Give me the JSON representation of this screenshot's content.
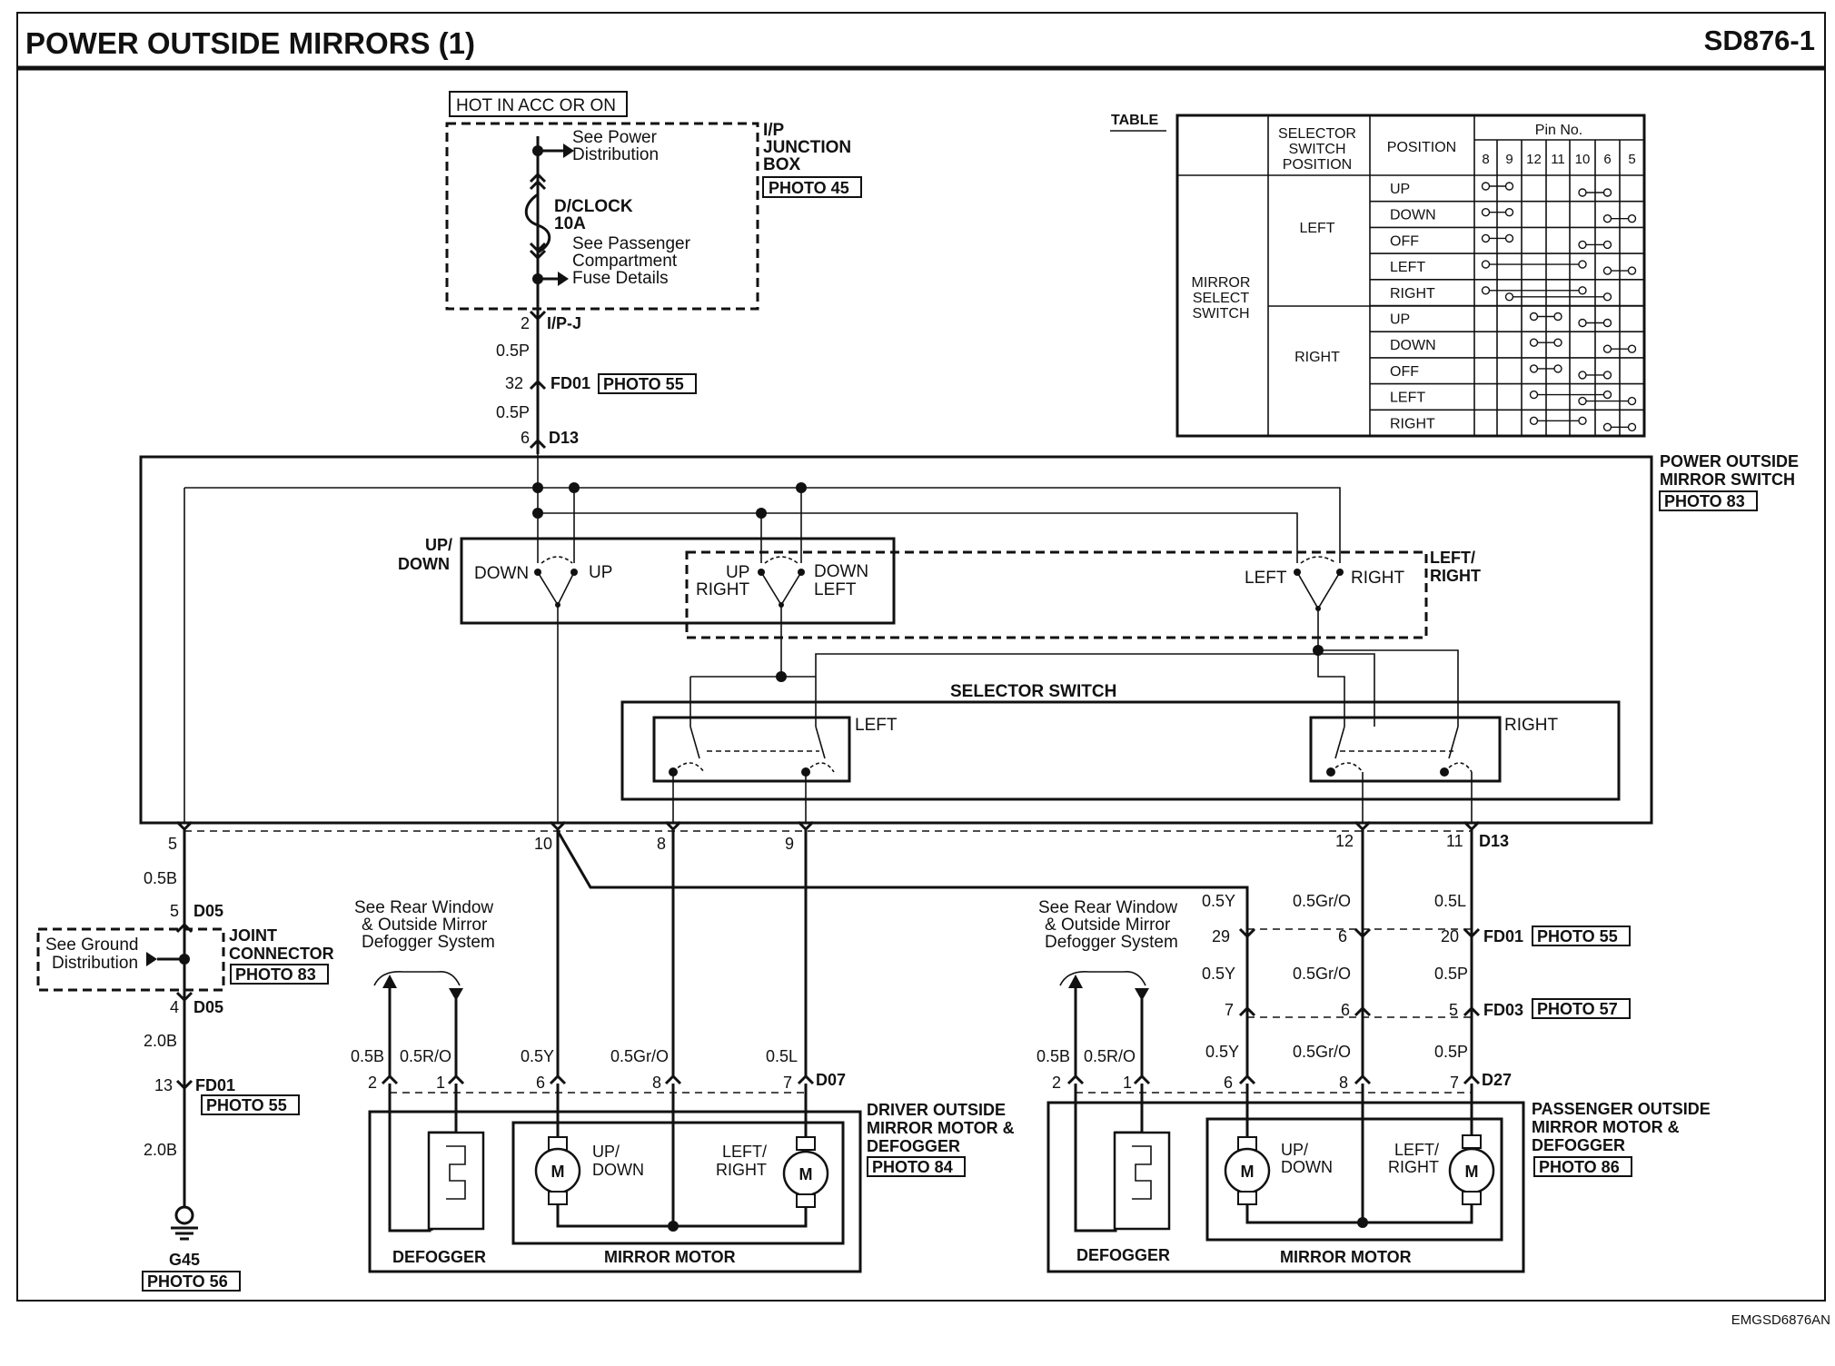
{
  "header": {
    "title": "POWER OUTSIDE MIRRORS (1)",
    "page_code": "SD876-1",
    "footer_code": "EMGSD6876AN"
  },
  "power": {
    "hot_label": "HOT IN ACC OR ON",
    "see_power_1": "See Power",
    "see_power_2": "Distribution",
    "fuse_name": "D/CLOCK",
    "fuse_rating": "10A",
    "see_pass_1": "See Passenger",
    "see_pass_2": "Compartment",
    "see_pass_3": "Fuse Details",
    "jb_1": "I/P",
    "jb_2": "JUNCTION",
    "jb_3": "BOX",
    "jb_photo": "PHOTO 45",
    "pin_2": "2",
    "conn_ipj": "I/P-J",
    "wire_05p_a": "0.5P",
    "pin_32": "32",
    "conn_fd01": "FD01",
    "fd01_photo": "PHOTO 55",
    "wire_05p_b": "0.5P",
    "pin_6": "6",
    "conn_d13": "D13"
  },
  "table": {
    "caption": "TABLE",
    "col_sel_1": "SELECTOR",
    "col_sel_2": "SWITCH",
    "col_sel_3": "POSITION",
    "col_position": "POSITION",
    "col_pin": "Pin No.",
    "pins": [
      "8",
      "9",
      "12",
      "11",
      "10",
      "6",
      "5"
    ],
    "row_label_1": "MIRROR",
    "row_label_2": "SELECT",
    "row_label_3": "SWITCH",
    "group_left": "LEFT",
    "group_right": "RIGHT",
    "positions": [
      "UP",
      "DOWN",
      "OFF",
      "LEFT",
      "RIGHT",
      "UP",
      "DOWN",
      "OFF",
      "LEFT",
      "RIGHT"
    ]
  },
  "switch": {
    "name_1": "POWER OUTSIDE",
    "name_2": "MIRROR SWITCH",
    "photo": "PHOTO 83",
    "updown_1": "UP/",
    "updown_2": "DOWN",
    "down": "DOWN",
    "up": "UP",
    "up2": "UP",
    "right2": "RIGHT",
    "down2": "DOWN",
    "left2": "LEFT",
    "left3": "LEFT",
    "right3": "RIGHT",
    "lr_1": "LEFT/",
    "lr_2": "RIGHT",
    "selector": "SELECTOR SWITCH",
    "sel_left": "LEFT",
    "sel_right": "RIGHT",
    "pin_5": "5",
    "pin_10": "10",
    "pin_8": "8",
    "pin_9": "9",
    "pin_12": "12",
    "pin_11": "11",
    "conn_d13": "D13"
  },
  "ground": {
    "wire_05b": "0.5B",
    "pin_5": "5",
    "conn_d05a": "D05",
    "see_ground_1": "See Ground",
    "see_ground_2": "Distribution",
    "jc_1": "JOINT",
    "jc_2": "CONNECTOR",
    "jc_photo": "PHOTO 83",
    "pin_4": "4",
    "conn_d05b": "D05",
    "wire_20b_a": "2.0B",
    "pin_13": "13",
    "conn_fd01": "FD01",
    "fd01_photo": "PHOTO 55",
    "wire_20b_b": "2.0B",
    "g45": "G45",
    "g45_photo": "PHOTO 56"
  },
  "driver": {
    "see_rear_1": "See Rear Window",
    "see_rear_2": "& Outside Mirror",
    "see_rear_3": "Defogger System",
    "w_05b": "0.5B",
    "w_05ro": "0.5R/O",
    "w_05y": "0.5Y",
    "w_05gro": "0.5Gr/O",
    "w_05l": "0.5L",
    "p2": "2",
    "p1": "1",
    "p6": "6",
    "p8": "8",
    "p7": "7",
    "conn_d07": "D07",
    "name_1": "DRIVER OUTSIDE",
    "name_2": "MIRROR MOTOR &",
    "name_3": "DEFOGGER",
    "photo": "PHOTO 84",
    "motor_m": "M",
    "updown_1": "UP/",
    "updown_2": "DOWN",
    "lr_1": "LEFT/",
    "lr_2": "RIGHT",
    "defogger": "DEFOGGER",
    "mirror_motor": "MIRROR MOTOR"
  },
  "passenger": {
    "see_rear_1": "See Rear Window",
    "see_rear_2": "& Outside Mirror",
    "see_rear_3": "Defogger System",
    "w_05y_a": "0.5Y",
    "w_05gro_a": "0.5Gr/O",
    "w_05l": "0.5L",
    "p29": "29",
    "p6a": "6",
    "p20": "20",
    "conn_fd01": "FD01",
    "fd01_photo": "PHOTO 55",
    "w_05y_b": "0.5Y",
    "w_05gro_b": "0.5Gr/O",
    "w_05p_b": "0.5P",
    "p7a": "7",
    "p6b": "6",
    "p5": "5",
    "conn_fd03": "FD03",
    "fd03_photo": "PHOTO 57",
    "w_05b": "0.5B",
    "w_05ro": "0.5R/O",
    "w_05y_c": "0.5Y",
    "w_05gro_c": "0.5Gr/O",
    "w_05p_c": "0.5P",
    "p2": "2",
    "p1": "1",
    "p6c": "6",
    "p8": "8",
    "p7b": "7",
    "conn_d27": "D27",
    "name_1": "PASSENGER OUTSIDE",
    "name_2": "MIRROR MOTOR &",
    "name_3": "DEFOGGER",
    "photo": "PHOTO 86",
    "motor_m": "M",
    "updown_1": "UP/",
    "updown_2": "DOWN",
    "lr_1": "LEFT/",
    "lr_2": "RIGHT",
    "defogger": "DEFOGGER",
    "mirror_motor": "MIRROR MOTOR"
  }
}
